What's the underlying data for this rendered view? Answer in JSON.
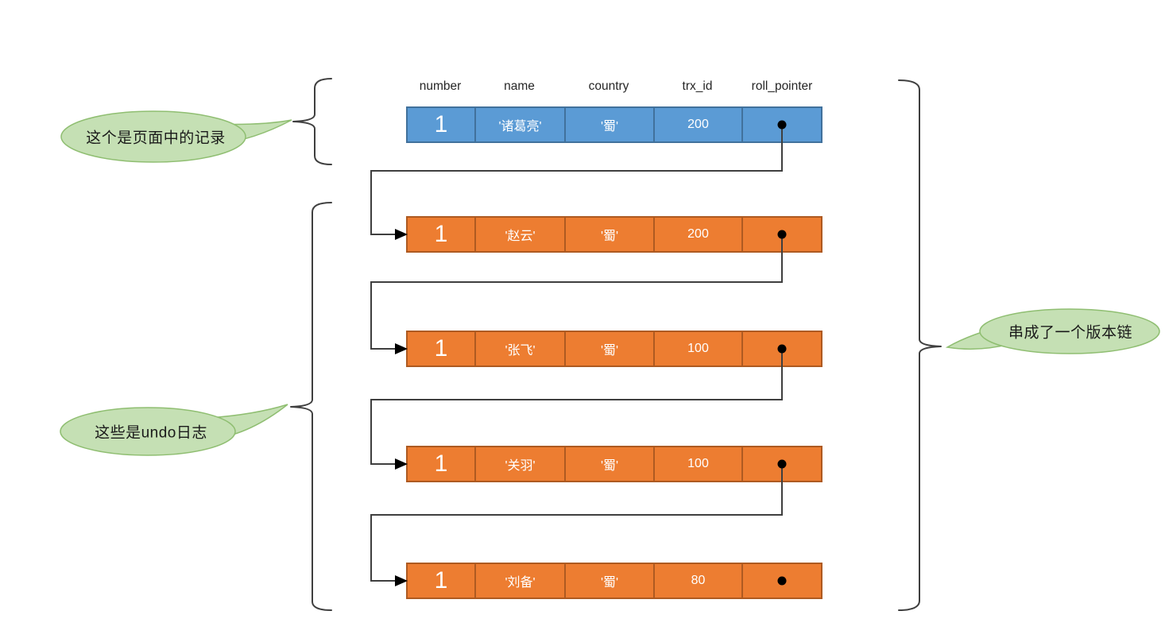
{
  "diagram": {
    "columns": [
      "number",
      "name",
      "country",
      "trx_id",
      "roll_pointer"
    ],
    "record_row": {
      "values": [
        "1",
        "'诸葛亮'",
        "'蜀'",
        "200"
      ],
      "pointer": "roll-pointer-dot"
    },
    "undo_rows": [
      {
        "values": [
          "1",
          "'赵云'",
          "'蜀'",
          "200"
        ],
        "pointer": "roll-pointer-dot"
      },
      {
        "values": [
          "1",
          "'张飞'",
          "'蜀'",
          "100"
        ],
        "pointer": "roll-pointer-dot"
      },
      {
        "values": [
          "1",
          "'关羽'",
          "'蜀'",
          "100"
        ],
        "pointer": "roll-pointer-dot"
      },
      {
        "values": [
          "1",
          "'刘备'",
          "'蜀'",
          "80"
        ],
        "pointer": "roll-pointer-dot"
      }
    ],
    "callouts": {
      "record": "这个是页面中的记录",
      "undo": "这些是undo日志",
      "chain": "串成了一个版本链"
    },
    "colors": {
      "record_row_fill": "#5B9BD5",
      "record_row_border": "#41719C",
      "undo_row_fill": "#ED7D31",
      "undo_row_border": "#AE5A21",
      "callout_fill": "#C5E0B4",
      "callout_border": "#8FBE71",
      "connector_line": "#3f3f3f",
      "arrow_and_dot": "#000000"
    }
  }
}
